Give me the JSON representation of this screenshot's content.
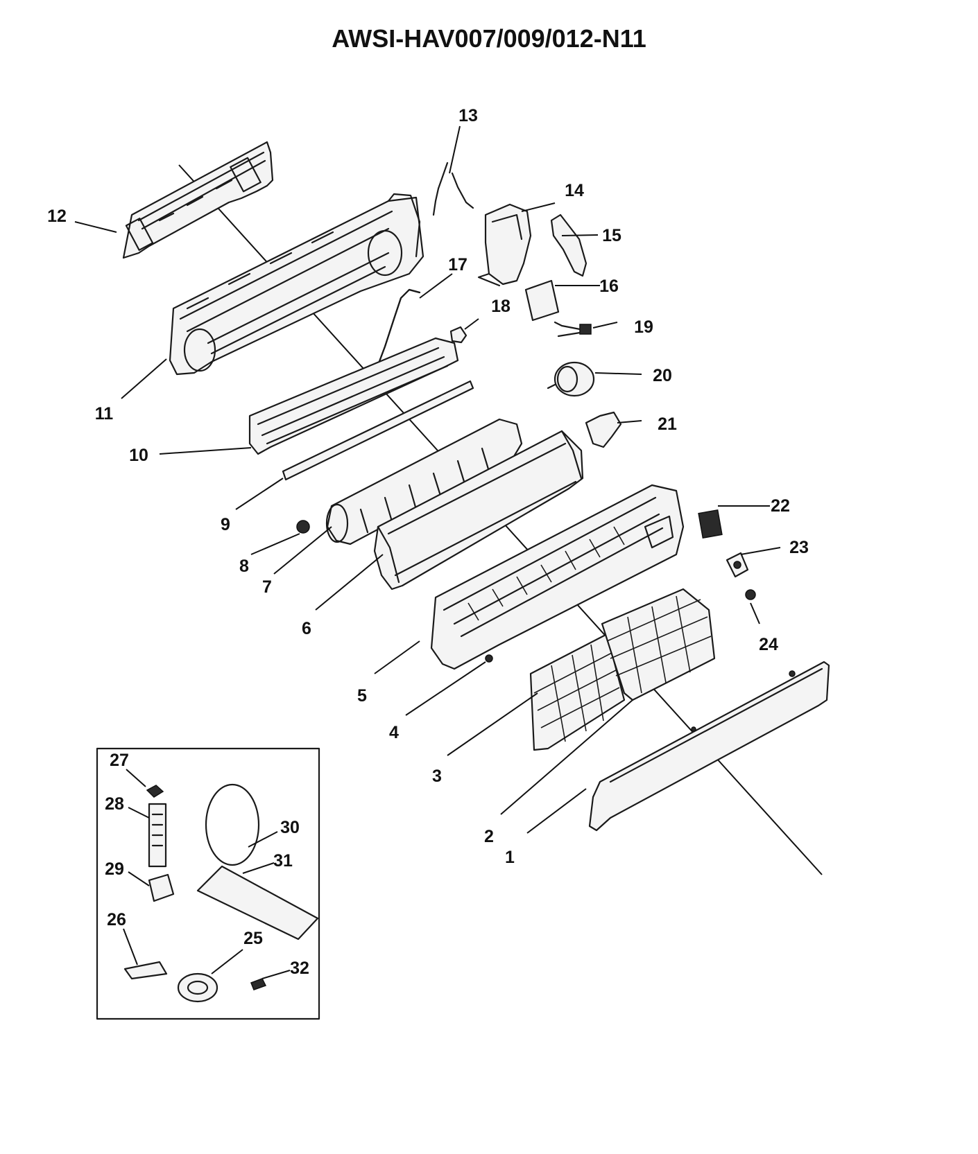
{
  "title": "AWSI-HAV007/009/012-N11",
  "parts": [
    {
      "num": "1"
    },
    {
      "num": "2"
    },
    {
      "num": "3"
    },
    {
      "num": "4"
    },
    {
      "num": "5"
    },
    {
      "num": "6"
    },
    {
      "num": "7"
    },
    {
      "num": "8"
    },
    {
      "num": "9"
    },
    {
      "num": "10"
    },
    {
      "num": "11"
    },
    {
      "num": "12"
    },
    {
      "num": "13"
    },
    {
      "num": "14"
    },
    {
      "num": "15"
    },
    {
      "num": "16"
    },
    {
      "num": "17"
    },
    {
      "num": "18"
    },
    {
      "num": "19"
    },
    {
      "num": "20"
    },
    {
      "num": "21"
    },
    {
      "num": "22"
    },
    {
      "num": "23"
    },
    {
      "num": "24"
    },
    {
      "num": "25"
    },
    {
      "num": "26"
    },
    {
      "num": "27"
    },
    {
      "num": "28"
    },
    {
      "num": "29"
    },
    {
      "num": "30"
    },
    {
      "num": "31"
    },
    {
      "num": "32"
    }
  ]
}
